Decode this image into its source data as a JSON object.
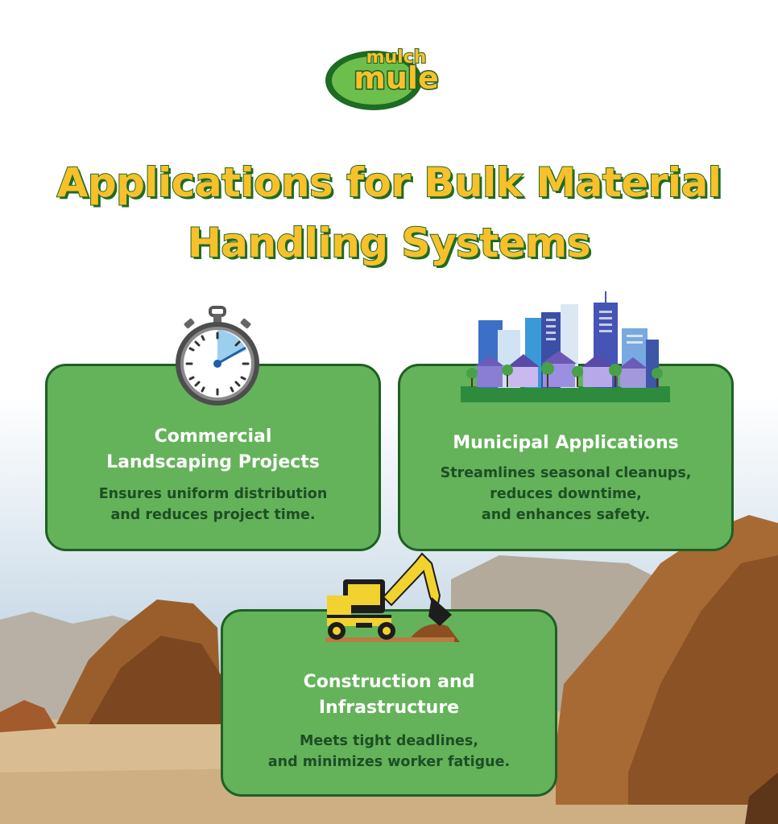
{
  "logo": {
    "line1": "mulch",
    "line2": "mule"
  },
  "title": {
    "line1": "Applications for Bulk Material",
    "line2": "Handling Systems"
  },
  "cards": [
    {
      "heading_line1": "Commercial",
      "heading_line2": "Landscaping Projects",
      "text_line1": "Ensures uniform distribution",
      "text_line2": "and reduces project time.",
      "icon": "stopwatch-icon"
    },
    {
      "heading_line1": "Municipal Applications",
      "text_line1": "Streamlines seasonal cleanups,",
      "text_line2": "reduces downtime,",
      "text_line3": "and enhances safety.",
      "icon": "city-skyline-icon"
    },
    {
      "heading_line1": "Construction and",
      "heading_line2": "Infrastructure",
      "text_line1": "Meets tight deadlines,",
      "text_line2": "and minimizes worker fatigue.",
      "icon": "excavator-icon"
    }
  ],
  "colors": {
    "title_fill": "#f8c02a",
    "title_outline": "#1f6b22",
    "card_fill": "#64b35a",
    "card_border": "#1f5f24",
    "card_text": "#1d4e25"
  }
}
